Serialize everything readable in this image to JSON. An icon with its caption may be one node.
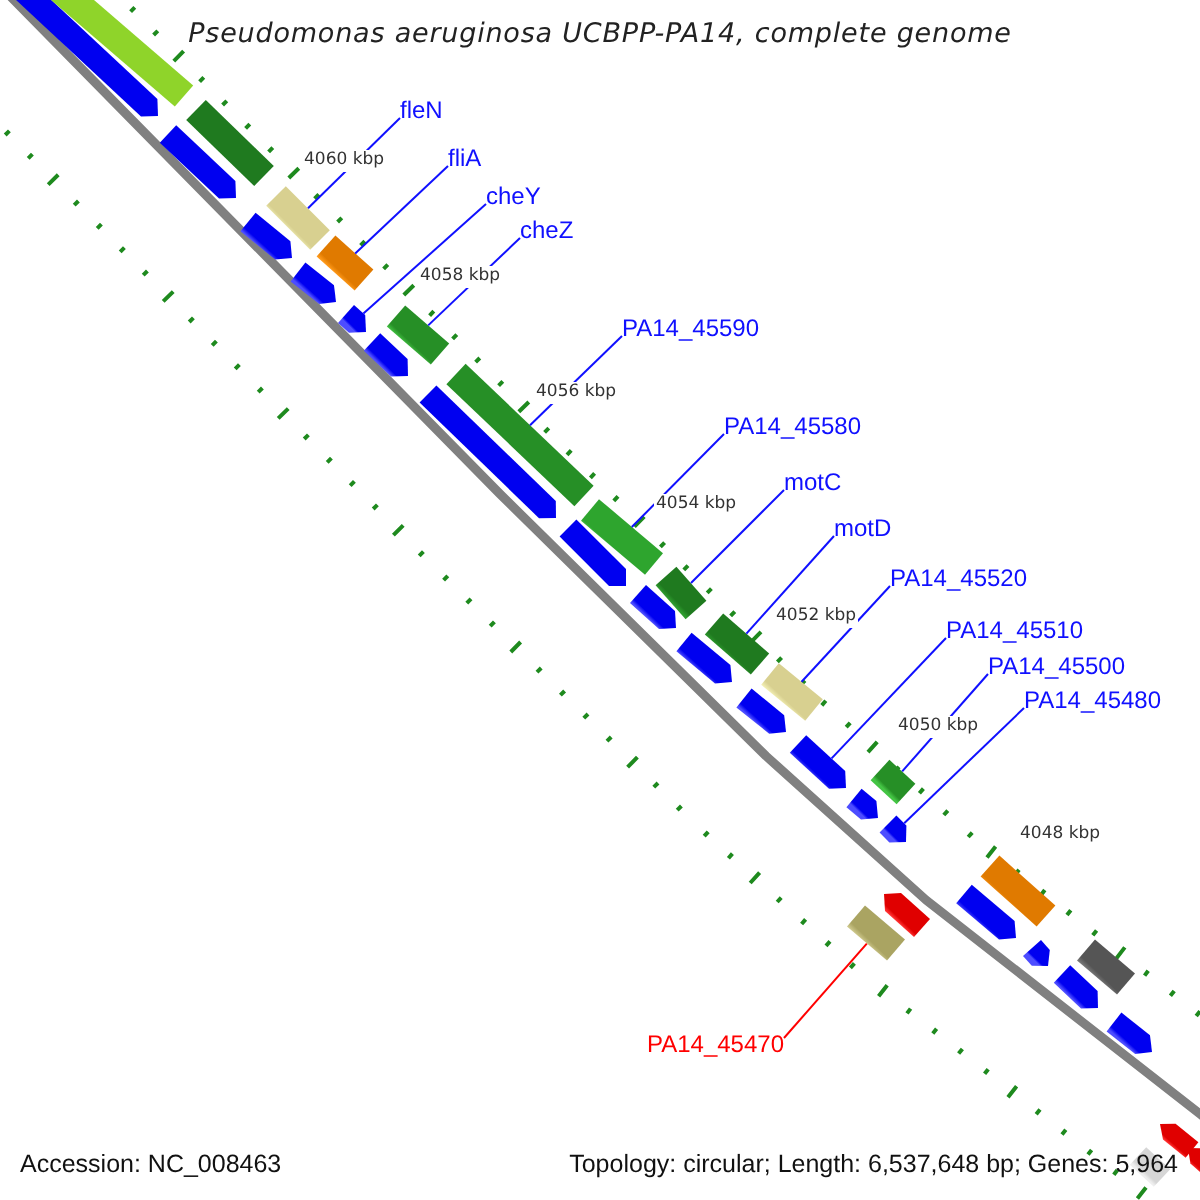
{
  "diagram": {
    "title": "Pseudomonas aeruginosa UCBPP-PA14, complete genome",
    "nodes": [
      {
        "text": [
          "fleN"
        ]
      },
      {
        "text": [
          "fliA"
        ]
      },
      {
        "text": [
          "cheY"
        ]
      },
      {
        "text": [
          "cheZ"
        ]
      },
      {
        "text": [
          "PA14_45590"
        ]
      },
      {
        "text": [
          "PA14_45580"
        ]
      },
      {
        "text": [
          "motC"
        ]
      },
      {
        "text": [
          "motD"
        ]
      },
      {
        "text": [
          "PA14_45520"
        ]
      },
      {
        "text": [
          "PA14_45510"
        ]
      },
      {
        "text": [
          "PA14_45500"
        ]
      },
      {
        "text": [
          "PA14_45480"
        ]
      },
      {
        "text": [
          "PA14_45470"
        ]
      },
      {
        "text": [],
        "shape": "bar"
      },
      {
        "text": [],
        "shape": "bar"
      },
      {
        "text": [],
        "shape": "pentagon"
      },
      {
        "text": [],
        "shape": "bar"
      },
      {
        "text": [],
        "shape": "bar"
      },
      {
        "text": [],
        "shape": "bar"
      },
      {
        "text": [],
        "shape": "bar"
      },
      {
        "text": [],
        "shape": "bar"
      },
      {
        "text": [],
        "shape": "bar"
      },
      {
        "text": [],
        "shape": "pentagon"
      },
      {
        "text": [],
        "shape": "bar"
      },
      {
        "text": [],
        "shape": "bar"
      },
      {
        "text": [],
        "shape": "pentagon"
      }
    ],
    "edges": [
      {
        "from": 0,
        "to": 13,
        "arrow": "none"
      },
      {
        "from": 1,
        "to": 14,
        "arrow": "none"
      },
      {
        "from": 2,
        "to": 15,
        "arrow": "none"
      },
      {
        "from": 3,
        "to": 16,
        "arrow": "none"
      },
      {
        "from": 4,
        "to": 17,
        "arrow": "none"
      },
      {
        "from": 5,
        "to": 18,
        "arrow": "none"
      },
      {
        "from": 6,
        "to": 19,
        "arrow": "none"
      },
      {
        "from": 7,
        "to": 20,
        "arrow": "none"
      },
      {
        "from": 8,
        "to": 21,
        "arrow": "none"
      },
      {
        "from": 9,
        "to": 22,
        "arrow": "none"
      },
      {
        "from": 10,
        "to": 24,
        "arrow": "none"
      },
      {
        "from": 11,
        "to": 25,
        "arrow": "none"
      },
      {
        "from": 12,
        "to": 23,
        "arrow": "none",
        "color": "#ff0000"
      }
    ],
    "labels": [
      "4060 kbp",
      "4058 kbp",
      "4056 kbp",
      "4054 kbp",
      "4052 kbp",
      "4050 kbp",
      "4048 kbp",
      "Accession: NC_008463",
      "Topology: circular; Length: 6,537,648 bp; Genes: 5,964"
    ]
  }
}
